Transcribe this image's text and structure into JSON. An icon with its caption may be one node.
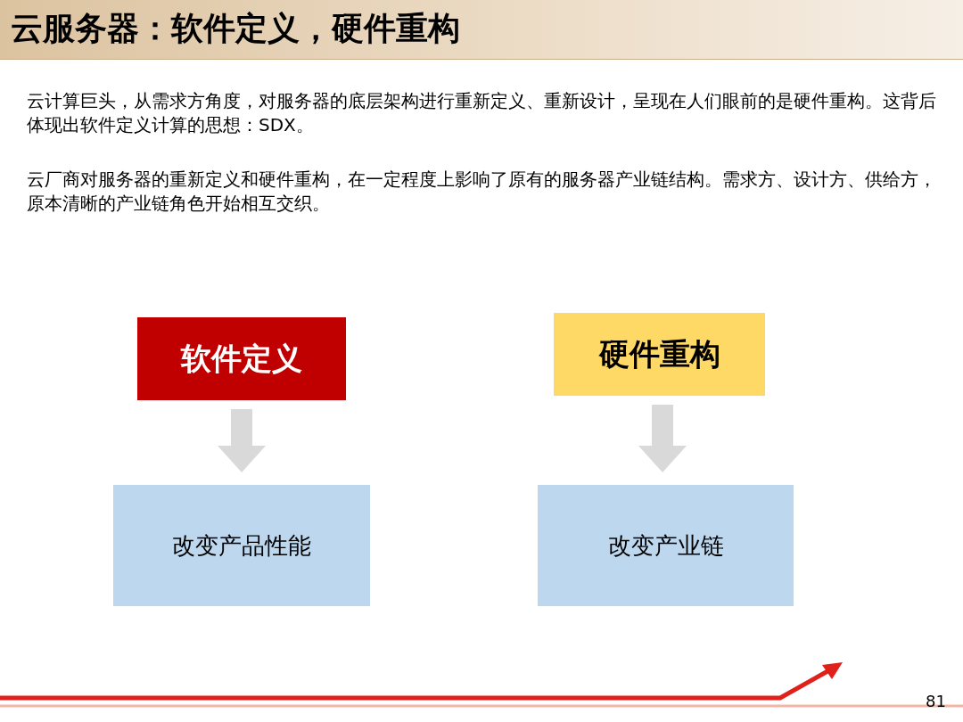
{
  "diagram": {
    "title": "云服务器：软件定义，硬件重构",
    "nodes": [
      {
        "text": [
          "软件定义"
        ]
      },
      {
        "text": [
          "硬件重构"
        ]
      },
      {
        "text": [
          "改变产品性能"
        ]
      },
      {
        "text": [
          "改变产业链"
        ]
      }
    ],
    "edges": [
      {
        "from": 0,
        "to": 2,
        "arrow": "to"
      },
      {
        "from": 1,
        "to": 3,
        "arrow": "to"
      }
    ],
    "labels": [
      "云计算巨头，从需求方角度，对服务器的底层架构进行重新定义、重新设计，呈现在人们眼前的是硬件重构。这背后体现出软件定义计算的思想：SDX。",
      "云厂商对服务器的重新定义和硬件重构，在一定程度上影响了原有的服务器产业链结构。需求方、设计方、供给方，原本清晰的产业链角色开始相互交织。",
      "81"
    ]
  }
}
